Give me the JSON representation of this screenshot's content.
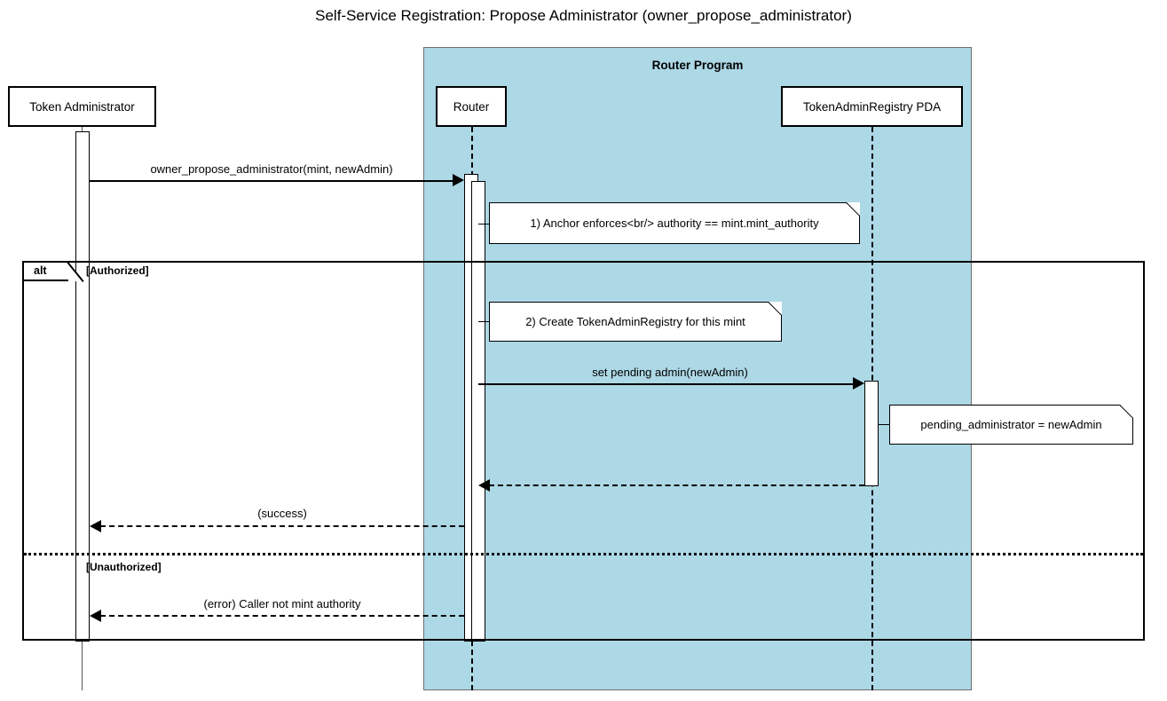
{
  "diagram": {
    "type": "uml-sequence-diagram",
    "title": "Self-Service Registration: Propose Administrator (owner_propose_administrator)",
    "colors": {
      "group_background": "#ADD8E6",
      "line": "#000000",
      "note_background": "#FFFFFF",
      "canvas_background": "#FFFFFF"
    }
  },
  "group": {
    "label": "Router Program"
  },
  "participants": [
    {
      "id": "token-administrator",
      "label": "Token Administrator"
    },
    {
      "id": "router",
      "label": "Router"
    },
    {
      "id": "token-admin-registry-pda",
      "label": "TokenAdminRegistry PDA"
    }
  ],
  "messages": [
    {
      "id": "msg-propose",
      "label": "owner_propose_administrator(mint, newAdmin)",
      "from": "Token Administrator",
      "to": "Router",
      "style": "solid",
      "direction": "right"
    },
    {
      "id": "msg-set-pending-admin",
      "label": "set pending admin(newAdmin)",
      "from": "Router",
      "to": "TokenAdminRegistry PDA",
      "style": "solid",
      "direction": "right"
    },
    {
      "id": "msg-pda-return",
      "label": "",
      "from": "TokenAdminRegistry PDA",
      "to": "Router",
      "style": "dashed",
      "direction": "left"
    },
    {
      "id": "msg-success",
      "label": "(success)",
      "from": "Router",
      "to": "Token Administrator",
      "style": "dashed",
      "direction": "left"
    },
    {
      "id": "msg-error",
      "label": "(error) Caller not mint authority",
      "from": "Router",
      "to": "Token Administrator",
      "style": "dashed",
      "direction": "left"
    }
  ],
  "notes": [
    {
      "id": "note-anchor-enforces",
      "text": "1) Anchor enforces<br/> authority == mint.mint_authority",
      "attached_to": "Router"
    },
    {
      "id": "note-create-registry",
      "text": "2) Create TokenAdminRegistry for this mint",
      "attached_to": "Router"
    },
    {
      "id": "note-pending-administrator",
      "text": "pending_administrator = newAdmin",
      "attached_to": "TokenAdminRegistry PDA"
    }
  ],
  "fragment": {
    "operator": "alt",
    "guards": [
      {
        "id": "guard-authorized",
        "label": "[Authorized]"
      },
      {
        "id": "guard-unauthorized",
        "label": "[Unauthorized]"
      }
    ]
  }
}
